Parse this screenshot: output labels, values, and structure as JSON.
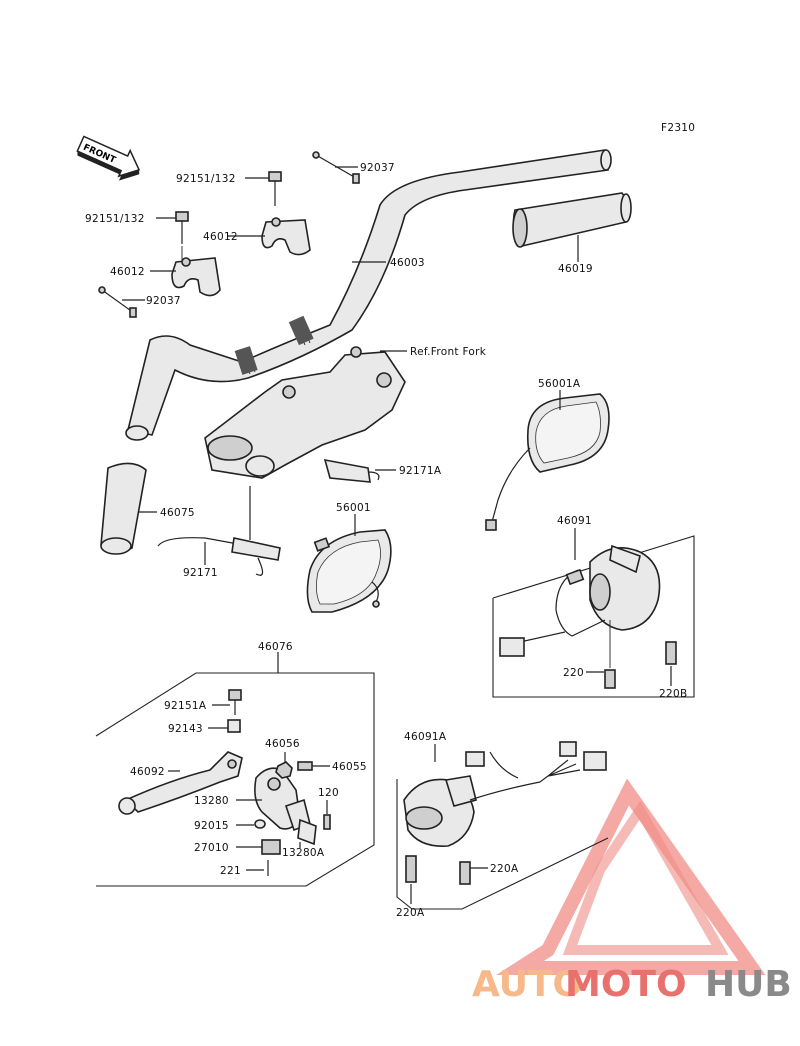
{
  "figure_code": "F2310",
  "front_marker": "FRONT",
  "labels": {
    "p46003": "46003",
    "p46019": "46019",
    "p46012a": "46012",
    "p46012b": "46012",
    "p92151_132a": "92151/132",
    "p92151_132b": "92151/132",
    "p92037a": "92037",
    "p92037b": "92037",
    "ref_front_fork": "Ref.Front Fork",
    "p56001a": "56001A",
    "p92171a": "92171A",
    "p46075": "46075",
    "p92171": "92171",
    "p56001": "56001",
    "p46091": "46091",
    "p220": "220",
    "p220b": "220B",
    "p46076": "46076",
    "p92151a": "92151A",
    "p92143": "92143",
    "p46056": "46056",
    "p46055": "46055",
    "p46092": "46092",
    "p13280": "13280",
    "p120": "120",
    "p92015": "92015",
    "p27010": "27010",
    "p13280a": "13280A",
    "p221": "221",
    "p46091a": "46091A",
    "p220a_right": "220A",
    "p220a_bottom": "220A"
  },
  "watermark": {
    "part1": "AUTO",
    "part2": "MOTO",
    "part3": "HUB",
    "color_orange": "#f7b98a",
    "color_red": "#e8716d",
    "color_grey": "#8a8a8a"
  }
}
